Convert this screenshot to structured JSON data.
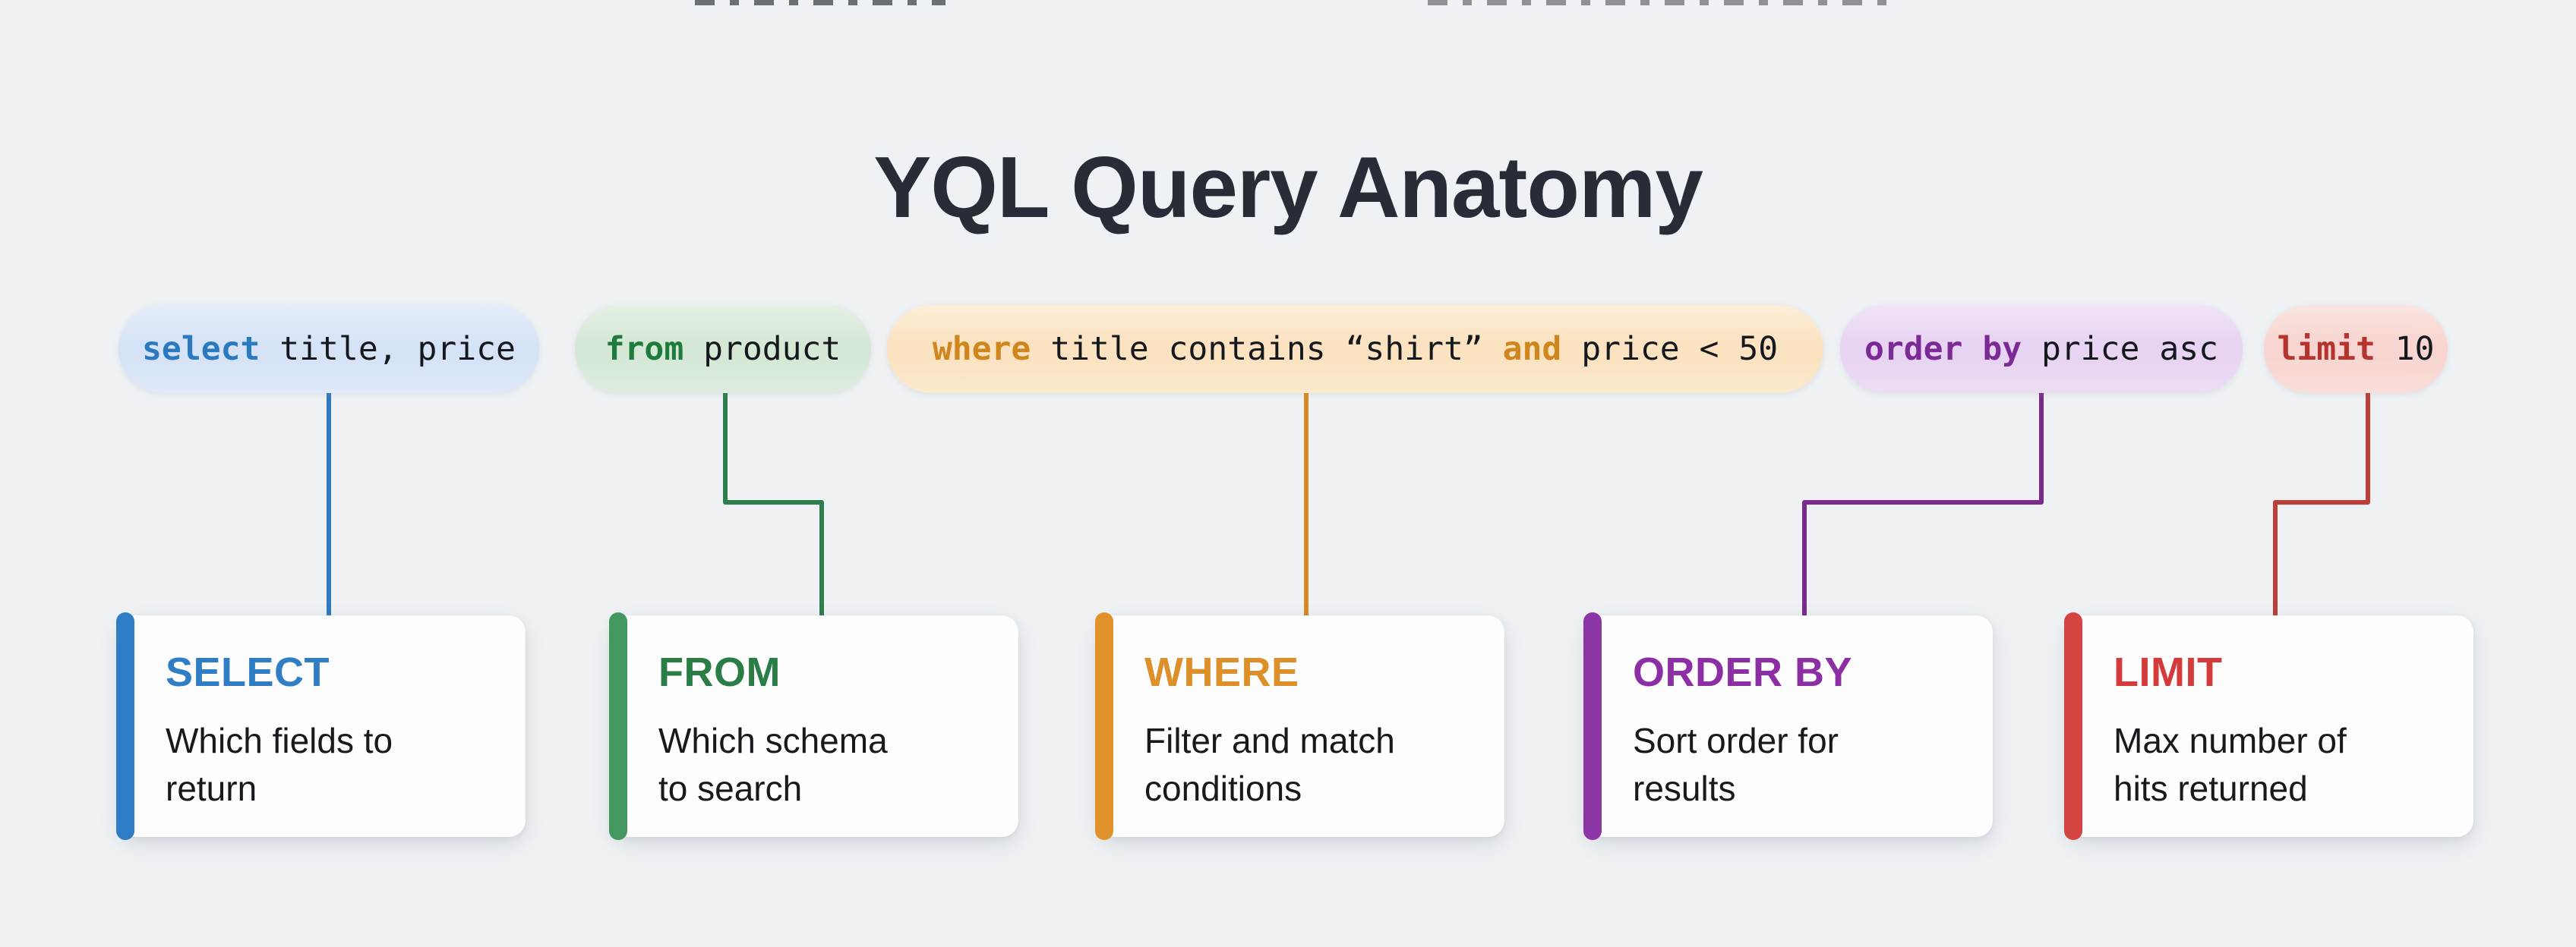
{
  "title": "YQL Query Anatomy",
  "title_color": "#272c37",
  "background_color": "#eff2f4",
  "code_text_color": "#15181c",
  "pills": [
    {
      "name": "select",
      "bg": "#d6e3f7",
      "keyword_color": "#2b7ac0",
      "segments": [
        {
          "text": "select",
          "keyword": true
        },
        {
          "text": " title, price",
          "keyword": false
        }
      ]
    },
    {
      "name": "from",
      "bg": "#d5e8d6",
      "keyword_color": "#1e7a3d",
      "segments": [
        {
          "text": "from",
          "keyword": true
        },
        {
          "text": " product",
          "keyword": false
        }
      ]
    },
    {
      "name": "where",
      "bg": "#fbe3c1",
      "keyword_color": "#cf861d",
      "segments": [
        {
          "text": "where",
          "keyword": true
        },
        {
          "text": " title contains “shirt” ",
          "keyword": false
        },
        {
          "text": "and",
          "keyword": true
        },
        {
          "text": " price < 50",
          "keyword": false
        }
      ]
    },
    {
      "name": "order-by",
      "bg": "#e7d4f2",
      "keyword_color": "#7c2a96",
      "segments": [
        {
          "text": "order by",
          "keyword": true
        },
        {
          "text": " price asc",
          "keyword": false
        }
      ]
    },
    {
      "name": "limit",
      "bg": "#f8d5d0",
      "keyword_color": "#b5342d",
      "segments": [
        {
          "text": "limit",
          "keyword": true
        },
        {
          "text": " 10",
          "keyword": false
        }
      ]
    }
  ],
  "cards": [
    {
      "title": "SELECT",
      "title_color": "#2f7dc4",
      "accent_color": "#2f7dc4",
      "lines": [
        "Which fields to",
        "return"
      ]
    },
    {
      "title": "FROM",
      "title_color": "#2b7d46",
      "accent_color": "#44985f",
      "lines": [
        "Which schema",
        "to search"
      ]
    },
    {
      "title": "WHERE",
      "title_color": "#dd8f29",
      "accent_color": "#e2922b",
      "lines": [
        "Filter and match",
        "conditions"
      ]
    },
    {
      "title": "ORDER BY",
      "title_color": "#8c2fa5",
      "accent_color": "#8c35a5",
      "lines": [
        "Sort order for",
        "results"
      ]
    },
    {
      "title": "LIMIT",
      "title_color": "#d63b3b",
      "accent_color": "#d44440",
      "lines": [
        "Max number of",
        "hits returned"
      ]
    }
  ],
  "connectors": [
    {
      "from": "select",
      "to": "select-card",
      "color": "#2e7bbf"
    },
    {
      "from": "from",
      "to": "from-card",
      "color": "#2f7d4c"
    },
    {
      "from": "where",
      "to": "where-card",
      "color": "#d98a22"
    },
    {
      "from": "order-by",
      "to": "order-by-card",
      "color": "#7b2a8e"
    },
    {
      "from": "limit",
      "to": "limit-card",
      "color": "#bd3f38"
    }
  ]
}
